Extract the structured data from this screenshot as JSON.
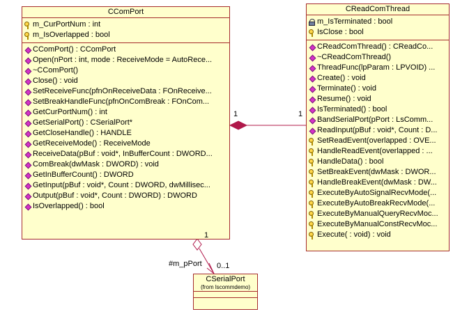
{
  "ccomport": {
    "name": "CComPort",
    "attributes": [
      {
        "icon": "key-icon",
        "text": "m_CurPortNum : int"
      },
      {
        "icon": "key-icon",
        "text": "m_IsOverlapped : bool"
      }
    ],
    "operations": [
      {
        "icon": "diamond-icon",
        "text": "CComPort() : CComPort"
      },
      {
        "icon": "diamond-icon",
        "text": "Open(nPort : int, mode : ReceiveMode = AutoRece..."
      },
      {
        "icon": "diamond-icon",
        "text": "~CComPort()"
      },
      {
        "icon": "diamond-icon",
        "text": "Close() : void"
      },
      {
        "icon": "diamond-icon",
        "text": "SetReceiveFunc(pfnOnReceiveData : FOnReceive..."
      },
      {
        "icon": "diamond-icon",
        "text": "SetBreakHandleFunc(pfnOnComBreak : FOnCom..."
      },
      {
        "icon": "diamond-icon",
        "text": "GetCurPortNum() : int"
      },
      {
        "icon": "diamond-icon",
        "text": "GetSerialPort() : CSerialPort*"
      },
      {
        "icon": "diamond-icon",
        "text": "GetCloseHandle() : HANDLE"
      },
      {
        "icon": "diamond-icon",
        "text": "GetReceiveMode() : ReceiveMode"
      },
      {
        "icon": "diamond-icon",
        "text": "ReceiveData(pBuf : void*, InBufferCount : DWORD..."
      },
      {
        "icon": "diamond-icon",
        "text": "ComBreak(dwMask : DWORD) : void"
      },
      {
        "icon": "diamond-icon",
        "text": "GetInBufferCount() : DWORD"
      },
      {
        "icon": "diamond-icon",
        "text": "GetInput(pBuf : void*, Count : DWORD, dwMillisec..."
      },
      {
        "icon": "diamond-icon",
        "text": "Output(pBuf : void*, Count : DWORD) : DWORD"
      },
      {
        "icon": "diamond-icon",
        "text": "IsOverlapped() : bool"
      }
    ]
  },
  "creadcomthread": {
    "name": "CReadComThread",
    "attributes": [
      {
        "icon": "lock-icon",
        "text": "m_IsTerminated : bool"
      },
      {
        "icon": "key-icon",
        "text": "IsClose : bool"
      }
    ],
    "operations": [
      {
        "icon": "diamond-icon",
        "text": "CReadComThread() : CReadCo..."
      },
      {
        "icon": "diamond-icon",
        "text": "~CReadComThread()"
      },
      {
        "icon": "diamond-icon",
        "text": "ThreadFunc(lpParam : LPVOID) ..."
      },
      {
        "icon": "diamond-icon",
        "text": "Create() : void"
      },
      {
        "icon": "diamond-icon",
        "text": "Terminate() : void"
      },
      {
        "icon": "diamond-icon",
        "text": "Resume() : void"
      },
      {
        "icon": "diamond-icon",
        "text": "IsTerminated() : bool"
      },
      {
        "icon": "diamond-icon",
        "text": "BandSerialPort(pPort : LsComm..."
      },
      {
        "icon": "diamond-icon",
        "text": "ReadInput(pBuf : void*, Count : D..."
      },
      {
        "icon": "key-icon",
        "text": "SetReadEvent(overlapped : OVE..."
      },
      {
        "icon": "key-icon",
        "text": "HandleReadEvent(overlapped : ..."
      },
      {
        "icon": "key-icon",
        "text": "HandleData() : bool"
      },
      {
        "icon": "key-icon",
        "text": "SetBreakEvent(dwMask : DWOR..."
      },
      {
        "icon": "key-icon",
        "text": "HandleBreakEvent(dwMask : DW..."
      },
      {
        "icon": "key-icon",
        "text": "ExecuteByAutoSignalRecvMode(..."
      },
      {
        "icon": "key-icon",
        "text": "ExecuteByAutoBreakRecvMode(..."
      },
      {
        "icon": "key-icon",
        "text": "ExecuteByManualQueryRecvMoc..."
      },
      {
        "icon": "key-icon",
        "text": "ExecuteByManualConstRecvMoc..."
      },
      {
        "icon": "key-icon",
        "text": "Execute( : void) : void"
      }
    ]
  },
  "cserialport": {
    "name": "CSerialPort",
    "from": "(from lscommdemo)"
  },
  "associations": {
    "comport_thread": {
      "left_mult": "1",
      "right_mult": "1"
    },
    "comport_serial": {
      "top_mult": "1",
      "role": "#m_pPort",
      "bottom_mult": "0..1"
    }
  },
  "colors": {
    "box_fill": "#ffffcc",
    "border": "#a52a2a",
    "aggregation": "#b0184a"
  }
}
